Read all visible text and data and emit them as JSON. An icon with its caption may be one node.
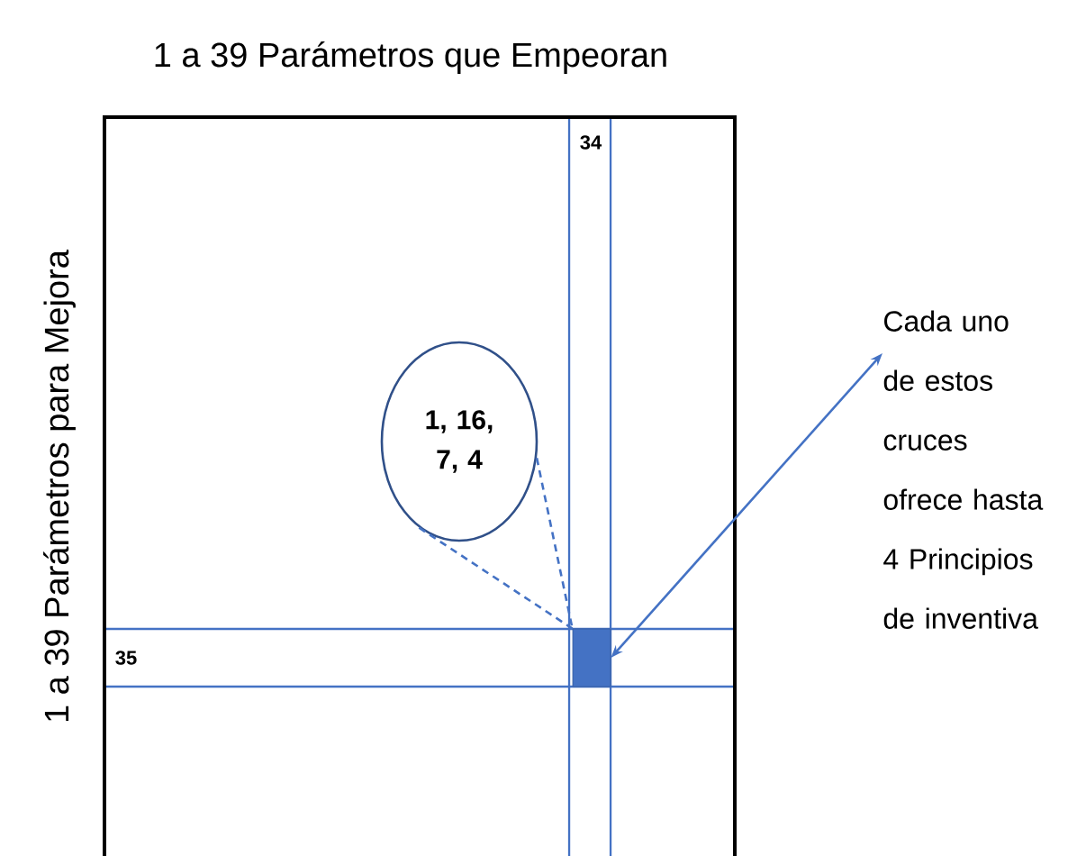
{
  "diagram": {
    "title": "1 a 39 Parámetros que Empeoran",
    "nodes": [
      {
        "text": [
          "1, 16, 7, 4"
        ]
      },
      {
        "text": [],
        "shape": "box"
      },
      {
        "text": [
          "Cada uno de estos cruces ofrece hasta 4 Principios de inventiva"
        ]
      }
    ],
    "edges": [
      {
        "from": 0,
        "to": 1,
        "arrow": "none",
        "style": "dashed"
      },
      {
        "from": 0,
        "to": 1,
        "arrow": "none",
        "style": "dashed"
      },
      {
        "from": 1,
        "to": 2,
        "arrow": "both"
      }
    ],
    "labels": [
      "1 a 39 Parámetros para Mejora",
      "34",
      "35"
    ]
  }
}
